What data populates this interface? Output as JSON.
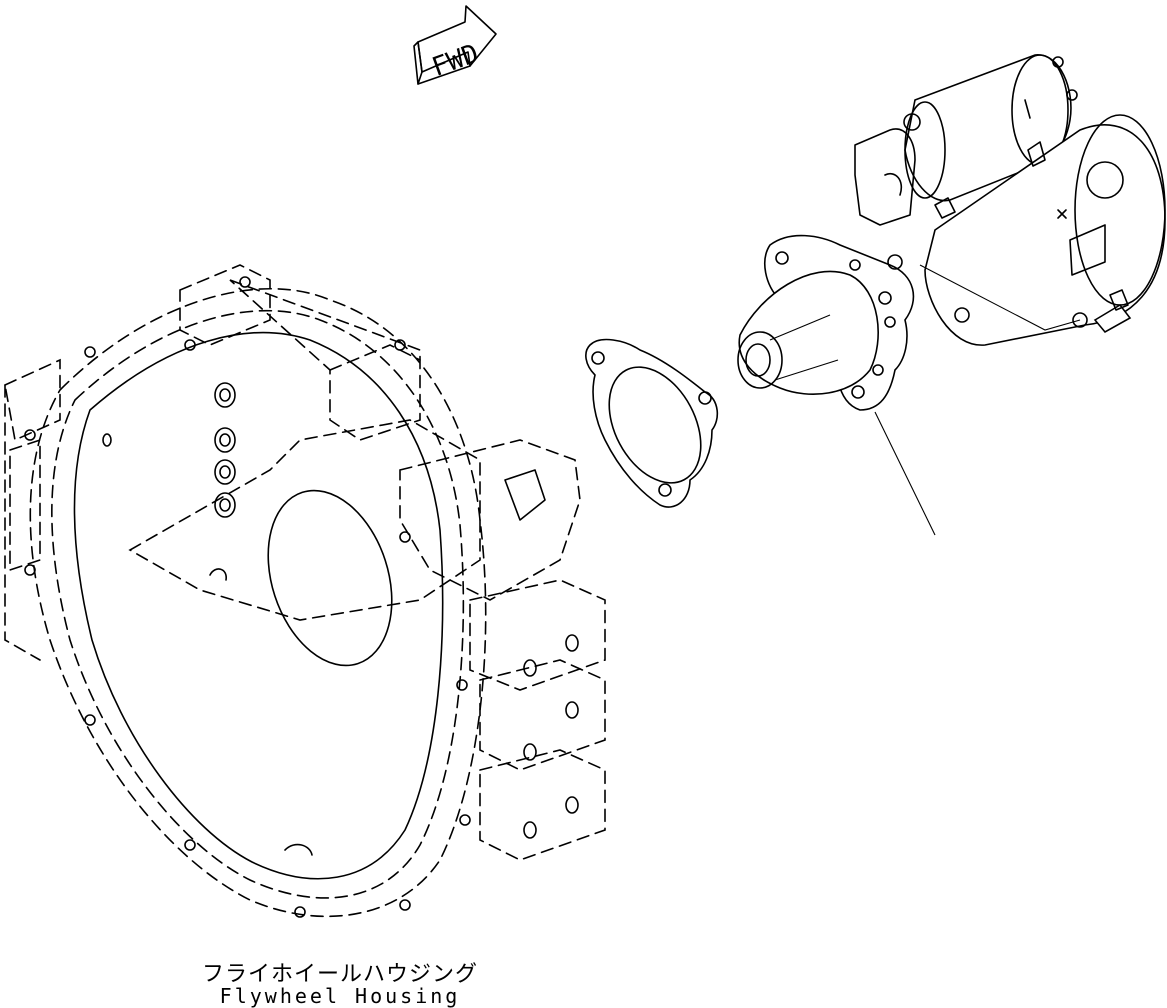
{
  "direction_badge": {
    "label": "FWD",
    "icon": "forward-arrow-icon"
  },
  "captions": {
    "flywheel_housing_jp": "フライホイールハウジング",
    "flywheel_housing_en": "Flywheel Housing"
  },
  "colors": {
    "line": "#000000",
    "background": "#ffffff"
  }
}
